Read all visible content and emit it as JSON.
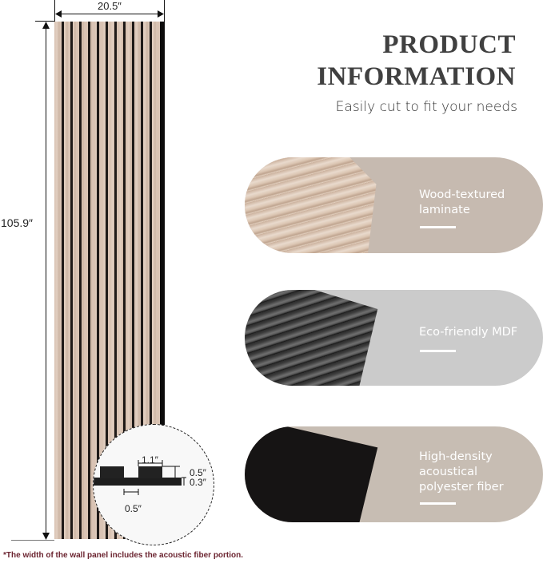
{
  "header": {
    "title_line1": "PRODUCT",
    "title_line2": "INFORMATION",
    "subtitle": "Easily cut to fit your needs"
  },
  "panel": {
    "width_label": "20.5″",
    "height_label": "105.9″",
    "groove_count": 12,
    "colors": {
      "wood": "#d8c2b2",
      "groove": "#1f1a18"
    }
  },
  "cross_section": {
    "slat_width": "1.1″",
    "slat_height": "0.5″",
    "base_thickness": "0.3″",
    "gap_width": "0.5″"
  },
  "layers": [
    {
      "label_line1": "Wood-textured",
      "label_line2": "laminate",
      "label_line3": "",
      "bg": "#c6bab0"
    },
    {
      "label_line1": "Eco-friendly MDF",
      "label_line2": "",
      "label_line3": "",
      "bg": "#cbcbcb"
    },
    {
      "label_line1": "High-density",
      "label_line2": "acoustical",
      "label_line3": "polyester fiber",
      "bg": "#c7bdb3"
    }
  ],
  "footnote": "*The width of the wall panel includes the acoustic fiber portion."
}
